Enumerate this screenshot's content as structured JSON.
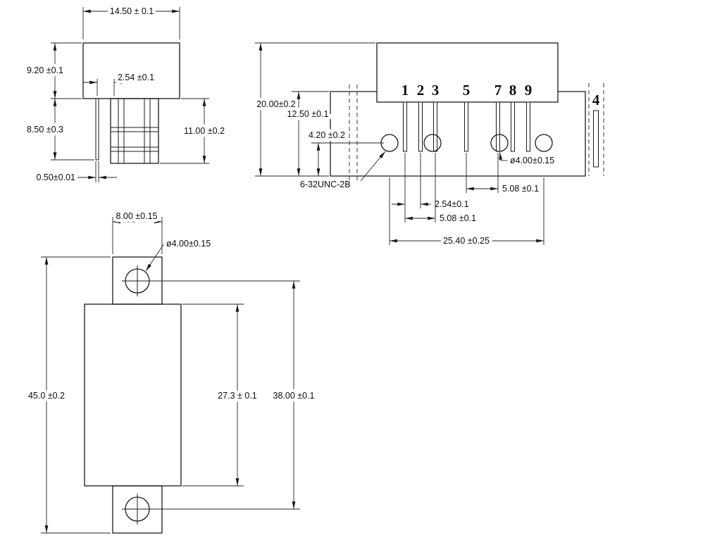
{
  "style": {
    "ink": "#1a1a1a",
    "background": "#ffffff"
  },
  "side_view": {
    "labels": {
      "width": "14.50 ± 0.1",
      "cap_height": "9.20 ±0.1",
      "pin_offset": "2.54 ±0.1",
      "lead_length": "8.50 ±0.3",
      "lead_height": "11.00 ±0.2",
      "pin_thickness": "0.50±0.01"
    }
  },
  "front_view": {
    "pin_numbers": [
      "1",
      "2",
      "3",
      "5",
      "7",
      "8",
      "9"
    ],
    "pin4_label": "4",
    "labels": {
      "overall_height": "20.00±0.2",
      "flange_height": "12.50 ±0.1",
      "hole_to_base": "4.20 ±0.2",
      "thread_spec": "6-32UNC-2B",
      "hole_diameter": "ø4.00±0.15",
      "pin_spacing_right": "5.08 ±0.1",
      "pin_pitch": "2.54±0.1",
      "pin_spacing_left": "5.08 ±0.1",
      "mount_hole_spacing": "25.40 ±0.25"
    }
  },
  "top_view": {
    "labels": {
      "tab_width": "8.00 ±0.15",
      "hole_diameter": "ø4.00±0.15",
      "overall_length": "45.0 ±0.2",
      "body_length": "27.3 ± 0.1",
      "hole_center_spacing": "38.00 ±0.1"
    }
  }
}
